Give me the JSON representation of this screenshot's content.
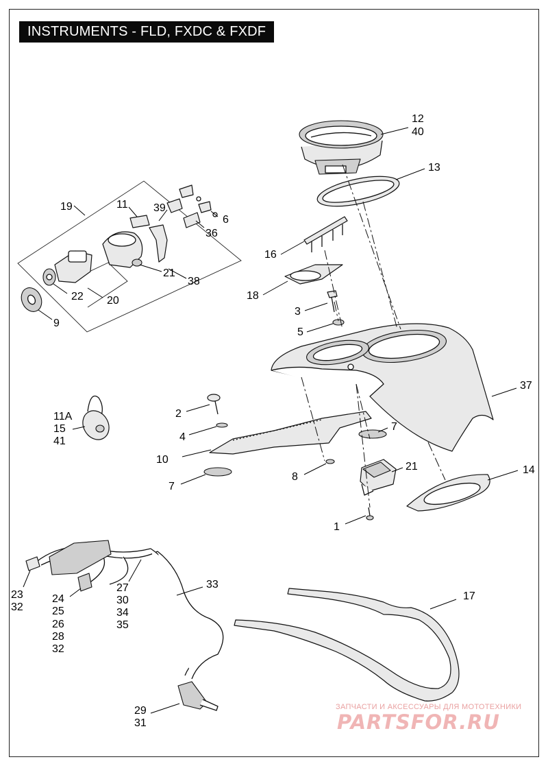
{
  "title": "INSTRUMENTS - FLD, FXDC & FXDF",
  "callouts": [
    {
      "id": "c1",
      "text": "12"
    },
    {
      "id": "c2",
      "text": "40"
    },
    {
      "id": "c3",
      "text": "13"
    },
    {
      "id": "c4",
      "text": "16"
    },
    {
      "id": "c5",
      "text": "18"
    },
    {
      "id": "c6",
      "text": "3"
    },
    {
      "id": "c7",
      "text": "5"
    },
    {
      "id": "c8",
      "text": "37"
    },
    {
      "id": "c9",
      "text": "19"
    },
    {
      "id": "c10",
      "text": "11"
    },
    {
      "id": "c11",
      "text": "39"
    },
    {
      "id": "c12",
      "text": "6"
    },
    {
      "id": "c13",
      "text": "36"
    },
    {
      "id": "c14",
      "text": "21"
    },
    {
      "id": "c15",
      "text": "38"
    },
    {
      "id": "c16",
      "text": "22"
    },
    {
      "id": "c17",
      "text": "20"
    },
    {
      "id": "c18",
      "text": "9"
    },
    {
      "id": "c19",
      "text": "11A"
    },
    {
      "id": "c20",
      "text": "15"
    },
    {
      "id": "c21",
      "text": "41"
    },
    {
      "id": "c22",
      "text": "2"
    },
    {
      "id": "c23",
      "text": "4"
    },
    {
      "id": "c24",
      "text": "10"
    },
    {
      "id": "c25",
      "text": "7"
    },
    {
      "id": "c26",
      "text": "7"
    },
    {
      "id": "c27",
      "text": "8"
    },
    {
      "id": "c28",
      "text": "21"
    },
    {
      "id": "c29",
      "text": "14"
    },
    {
      "id": "c30",
      "text": "1"
    },
    {
      "id": "c31",
      "text": "33"
    },
    {
      "id": "c32",
      "text": "17"
    },
    {
      "id": "c33",
      "text": "23"
    },
    {
      "id": "c34",
      "text": "32"
    },
    {
      "id": "c35",
      "text": "24"
    },
    {
      "id": "c36",
      "text": "25"
    },
    {
      "id": "c37",
      "text": "26"
    },
    {
      "id": "c38",
      "text": "28"
    },
    {
      "id": "c39",
      "text": "32"
    },
    {
      "id": "c40",
      "text": "27"
    },
    {
      "id": "c41",
      "text": "30"
    },
    {
      "id": "c42",
      "text": "34"
    },
    {
      "id": "c43",
      "text": "35"
    },
    {
      "id": "c44",
      "text": "29"
    },
    {
      "id": "c45",
      "text": "31"
    }
  ],
  "watermark": {
    "tagline": "ЗАПЧАСТИ И АКСЕССУАРЫ ДЛЯ МОТОТЕХНИКИ",
    "brand": "PARTSFOR.RU"
  }
}
